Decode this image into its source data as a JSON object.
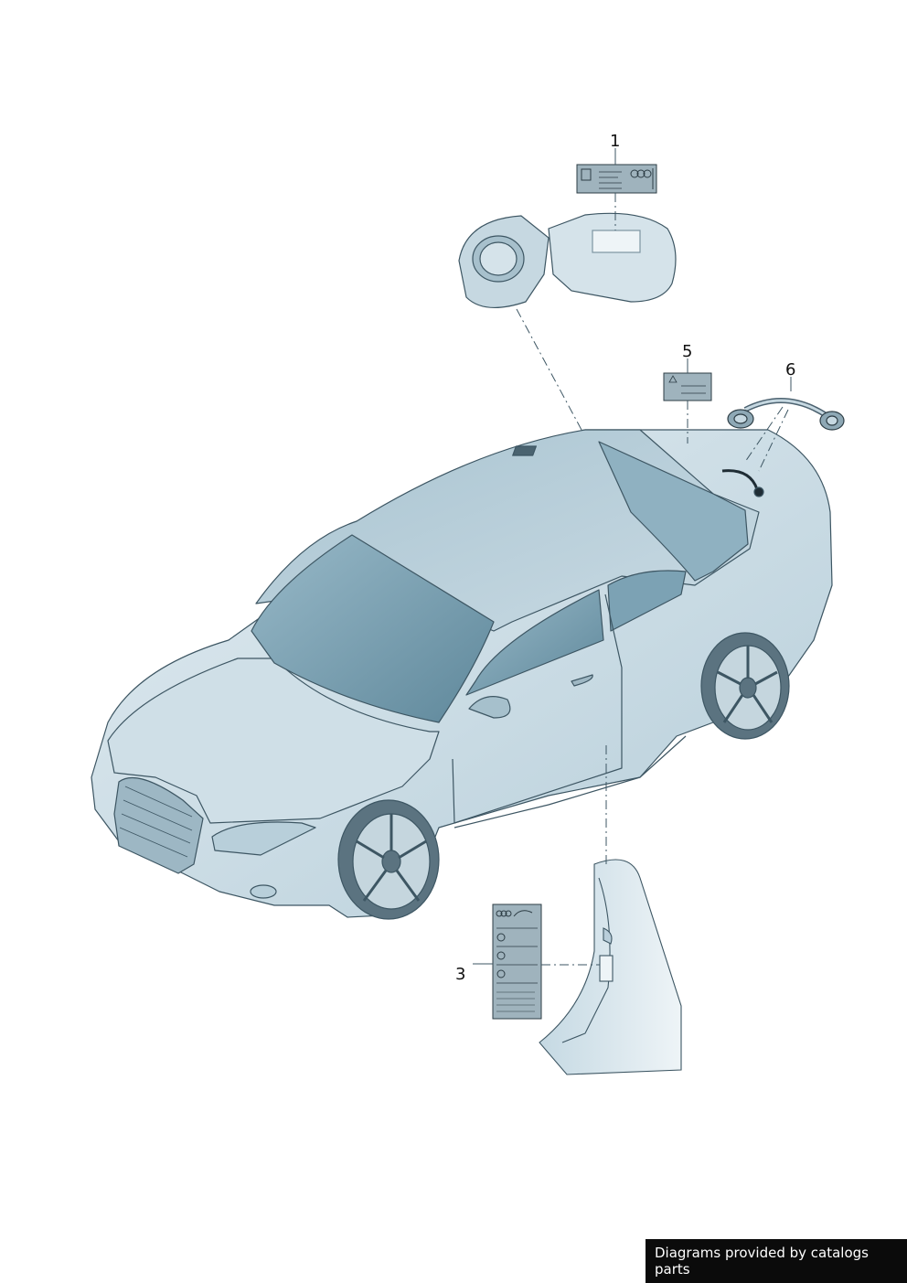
{
  "diagram": {
    "callouts": [
      {
        "id": "1",
        "label": "1"
      },
      {
        "id": "3",
        "label": "3"
      },
      {
        "id": "5",
        "label": "5"
      },
      {
        "id": "6",
        "label": "6"
      }
    ],
    "parts": [
      {
        "id": "1",
        "depiction": "fuel-filler-flap-label"
      },
      {
        "id": "3",
        "depiction": "tyre-pressure-label"
      },
      {
        "id": "5",
        "depiction": "warning-label"
      },
      {
        "id": "6",
        "depiction": "cable-strap"
      }
    ],
    "colors": {
      "body": "#d3e2ea",
      "body_shadow": "#a9c3d0",
      "glass": "#86aabb",
      "glass_dark": "#6f97a9",
      "outline": "#3d5663",
      "label": "#9fb3bd"
    }
  },
  "watermark": {
    "text": "Diagrams provided by catalogs parts"
  }
}
